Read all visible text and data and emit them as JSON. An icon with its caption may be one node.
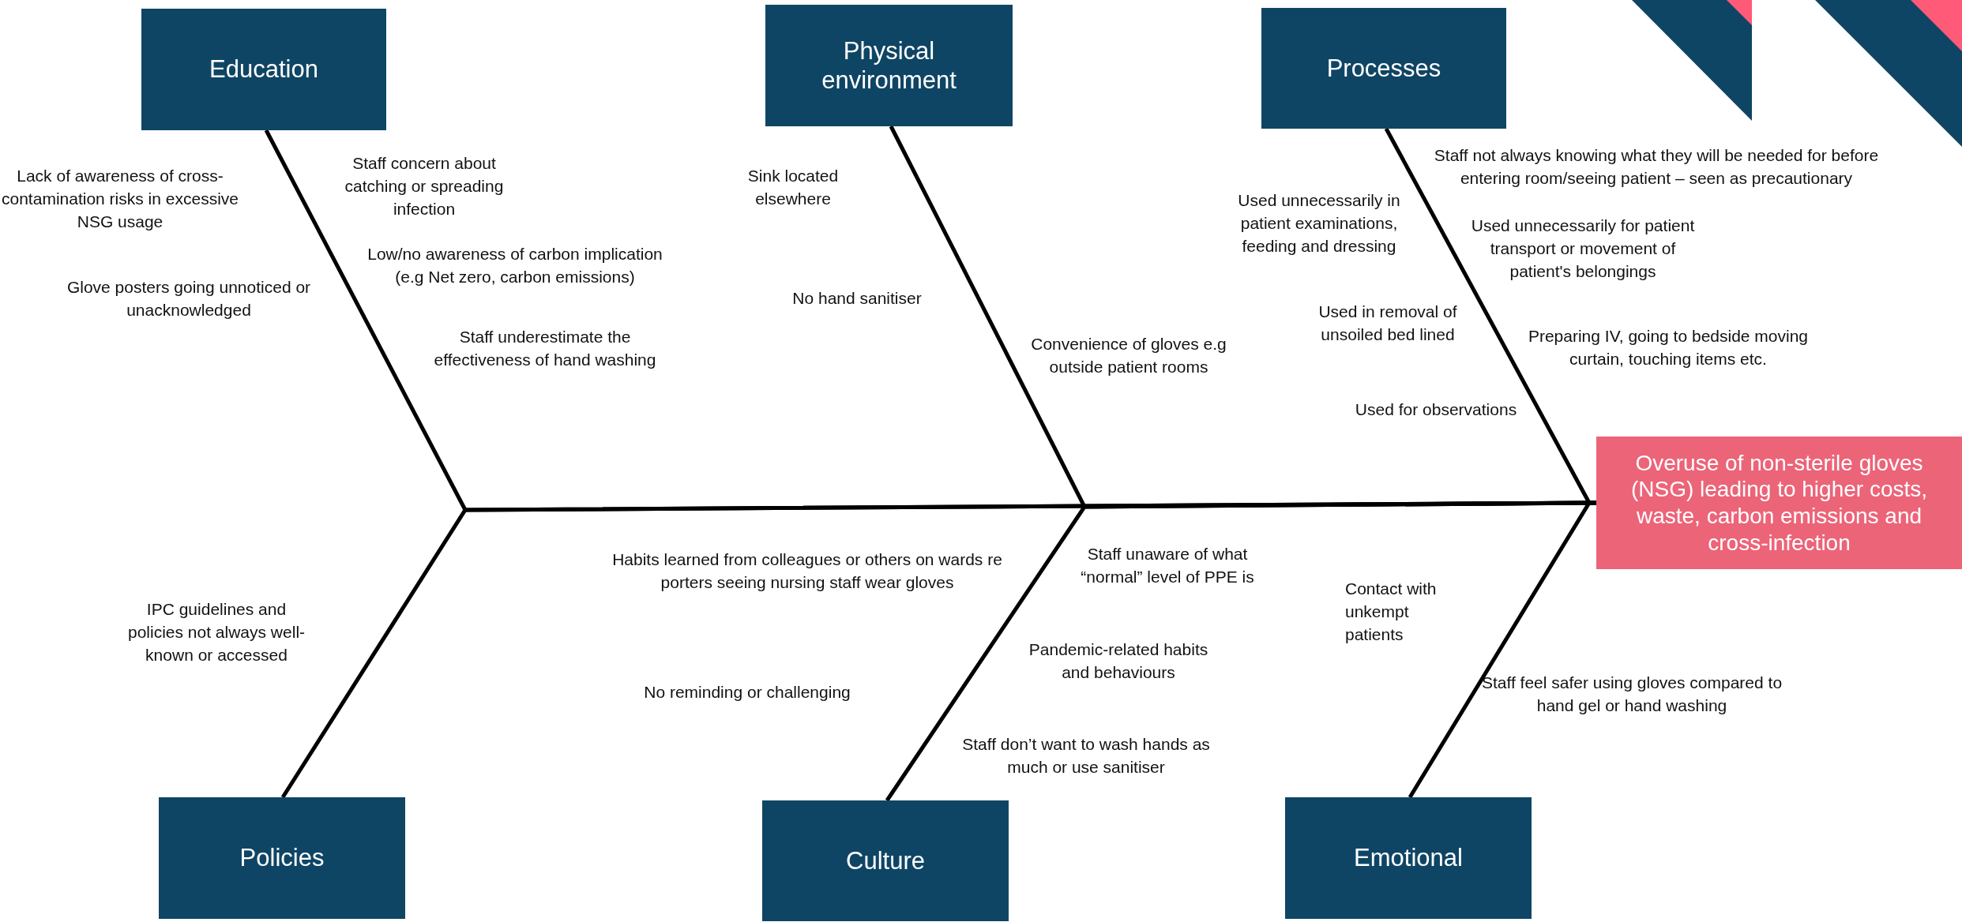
{
  "diagram": {
    "nodes": [
      {
        "text": [
          "Education"
        ]
      },
      {
        "text": [
          "Physical environment"
        ]
      },
      {
        "text": [
          "Processes"
        ]
      },
      {
        "text": [
          "Policies"
        ]
      },
      {
        "text": [
          "Culture"
        ]
      },
      {
        "text": [
          "Emotional"
        ]
      },
      {
        "text": [
          "Overuse of non-sterile gloves (NSG) leading to higher costs, waste, carbon emissions and cross-infection"
        ]
      }
    ],
    "edges": [
      {
        "from": 0,
        "to": 6,
        "arrow": "none"
      },
      {
        "from": 1,
        "to": 6,
        "arrow": "none"
      },
      {
        "from": 2,
        "to": 6,
        "arrow": "none"
      },
      {
        "from": 3,
        "to": 6,
        "arrow": "none"
      },
      {
        "from": 4,
        "to": 6,
        "arrow": "none"
      },
      {
        "from": 5,
        "to": 6,
        "arrow": "none"
      }
    ],
    "labels": [
      "Staff concern about catching or spreading infection",
      "Lack of awareness of cross-contamination risks in excessive NSG usage",
      "Low/no awareness of carbon implication (e.g Net zero, carbon emissions)",
      "Glove posters going unnoticed or unacknowledged",
      "Staff underestimate the effectiveness of hand washing",
      "Sink located elsewhere",
      "No hand sanitiser",
      "Convenience of gloves e.g outside patient rooms",
      "Staff not always knowing what they will be needed for before entering room/seeing patient – seen as precautionary",
      "Used unnecessarily in patient examinations, feeding and dressing",
      "Used unnecessarily for patient transport or movement of patient's belongings",
      "Used in removal of unsoiled bed lined",
      "Preparing IV, going to bedside moving curtain, touching items etc.",
      "Used for observations",
      "Staff unaware of what “normal” level of PPE is",
      "Habits learned from colleagues or others on wards re porters seeing nursing staff wear gloves",
      "IPC guidelines and policies not always well-known or accessed",
      "Contact with unkempt patients",
      "Pandemic-related habits and behaviours",
      "No reminding or challenging",
      "Staff feel safer using gloves compared to hand gel or hand washing",
      "Staff don’t want to wash hands as much or use sanitiser"
    ]
  }
}
